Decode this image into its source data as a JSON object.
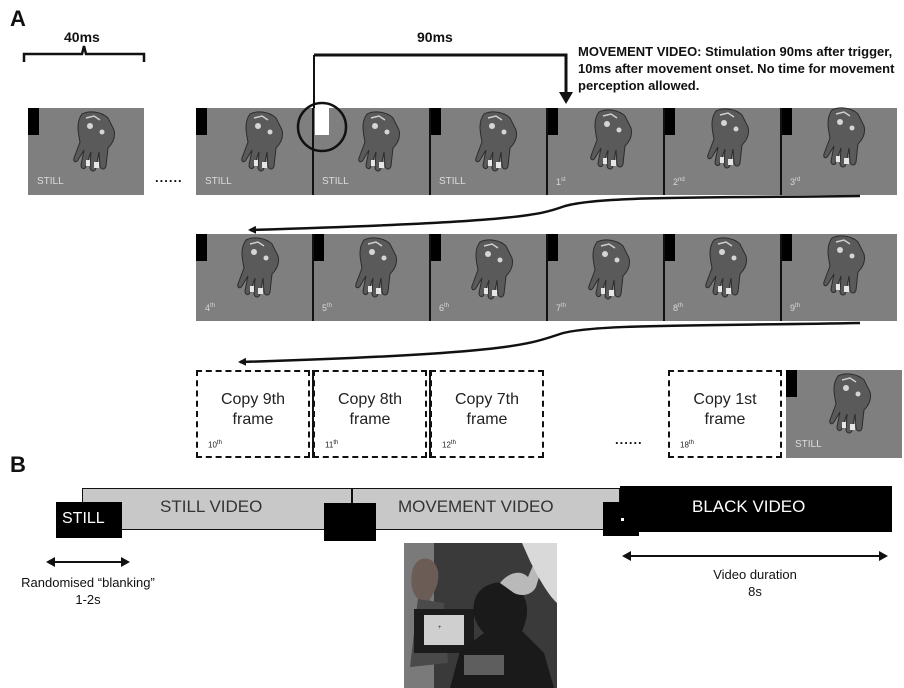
{
  "panel_a": {
    "letter": "A",
    "label_40ms": "40ms",
    "label_90ms": "90ms",
    "callout": "MOVEMENT VIDEO: Stimulation 90ms after trigger, 10ms after movement onset. No time for movement perception allowed.",
    "ellipsis": "......",
    "row1_frames": [
      {
        "label": "STILL"
      },
      {
        "label": "STILL"
      },
      {
        "label": "STILL"
      },
      {
        "label": "STILL"
      },
      {
        "num": "1",
        "suffix": "st"
      },
      {
        "num": "2",
        "suffix": "nd"
      },
      {
        "num": "3",
        "suffix": "rd"
      }
    ],
    "row2_frames": [
      {
        "num": "4",
        "suffix": "th"
      },
      {
        "num": "5",
        "suffix": "th"
      },
      {
        "num": "6",
        "suffix": "th"
      },
      {
        "num": "7",
        "suffix": "th"
      },
      {
        "num": "8",
        "suffix": "th"
      },
      {
        "num": "9",
        "suffix": "th"
      }
    ],
    "row3_copies": [
      {
        "line1": "Copy 9th",
        "line2": "frame",
        "num": "10",
        "suffix": "th"
      },
      {
        "line1": "Copy 8th",
        "line2": "frame",
        "num": "11",
        "suffix": "th"
      },
      {
        "line1": "Copy 7th",
        "line2": "frame",
        "num": "12",
        "suffix": "th"
      },
      {
        "line1": "Copy 1st",
        "line2": "frame",
        "num": "18",
        "suffix": "th"
      }
    ],
    "row3_still_label": "STILL"
  },
  "panel_b": {
    "letter": "B",
    "still_block": "STILL",
    "still_video": "STILL VIDEO",
    "movement_video": "MOVEMENT VIDEO",
    "black_video": "BLACK VIDEO",
    "blanking_line1": "Randomised “blanking”",
    "blanking_line2": "1-2s",
    "duration_line1": "Video duration",
    "duration_line2": "8s"
  },
  "colors": {
    "frame_gray": "#7f7f7f",
    "bar_gray": "#c8c8c8",
    "black": "#000000"
  }
}
